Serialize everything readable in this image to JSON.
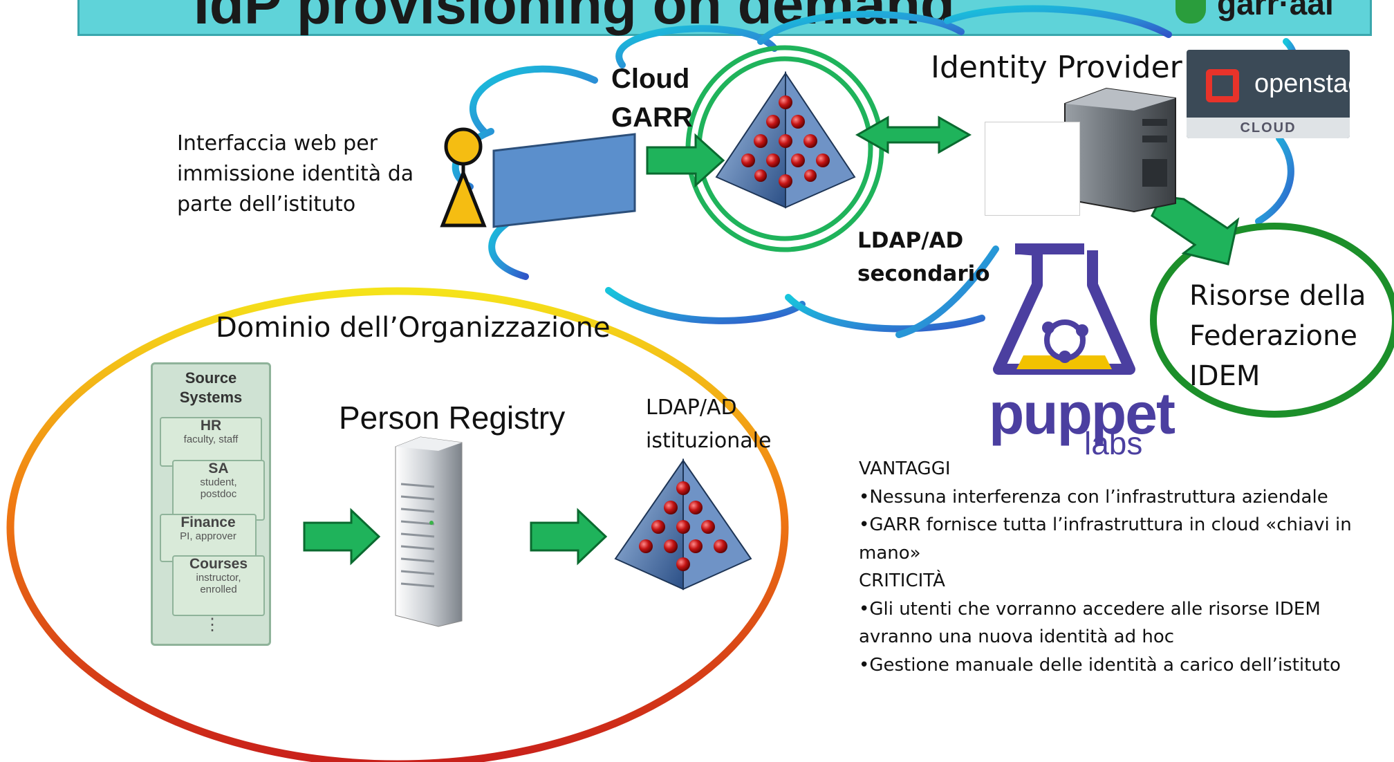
{
  "title": "IdP provisioning on demand",
  "logo_text": "garr·aai",
  "cloud": {
    "label_line1": "Cloud",
    "label_line2": "GARR"
  },
  "idp_label": "Identity Provider",
  "web_interface": {
    "line1": "Interfaccia web per",
    "line2": "immissione identità da",
    "line3": "parte dell’istituto"
  },
  "ldap_secondary": {
    "line1": "LDAP/AD",
    "line2": "secondario"
  },
  "federation": {
    "line1": "Risorse della",
    "line2": "Federazione",
    "line3": "IDEM"
  },
  "org_domain": "Dominio dell’Organizzazione",
  "person_registry": "Person Registry",
  "ldap_institutional": {
    "line1": "LDAP/AD",
    "line2": "istituzionale"
  },
  "source_systems": {
    "title_line1": "Source",
    "title_line2": "Systems",
    "items": [
      {
        "name": "HR",
        "desc": "faculty, staff"
      },
      {
        "name": "SA",
        "desc_line1": "student,",
        "desc_line2": "postdoc"
      },
      {
        "name": "Finance",
        "desc": "PI, approver"
      },
      {
        "name": "Courses",
        "desc_line1": "instructor,",
        "desc_line2": "enrolled"
      }
    ],
    "more": "⋮"
  },
  "openstack": {
    "word": "openstack",
    "sub": "CLOUD"
  },
  "puppet": {
    "word": "puppet",
    "sub": "labs"
  },
  "notes": [
    "VANTAGGI",
    "•Nessuna interferenza con l’infrastruttura aziendale",
    "•GARR fornisce tutta l’infrastruttura in cloud «chiavi in",
    "mano»",
    "CRITICITÀ",
    "•Gli utenti che vorranno accedere alle risorse IDEM",
    "avranno una nuova identità ad hoc",
    "•Gestione manuale delle identità a carico dell’istituto"
  ],
  "colors": {
    "accent_green": "#1fb35b",
    "title_bg": "#5fd3d9",
    "federation_ring": "#1c8f2a",
    "puppet": "#4b3fa0"
  }
}
